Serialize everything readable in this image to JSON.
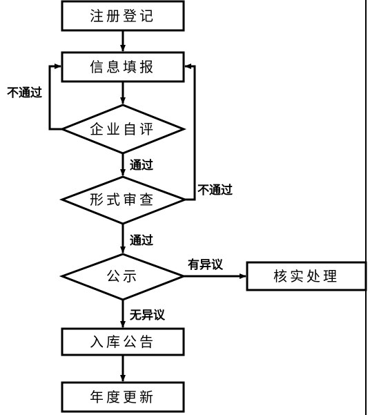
{
  "nodes": {
    "register": "注册登记",
    "fill_info": "信息填报",
    "self_eval": "企业自评",
    "formal_review": "形式审查",
    "publicity": "公示",
    "verify": "核实处理",
    "announce": "入库公告",
    "annual_update": "年度更新"
  },
  "edges": {
    "fail_left": "不通过",
    "pass_1": "通过",
    "fail_right": "不通过",
    "pass_2": "通过",
    "objection": "有异议",
    "no_objection": "无异议"
  }
}
